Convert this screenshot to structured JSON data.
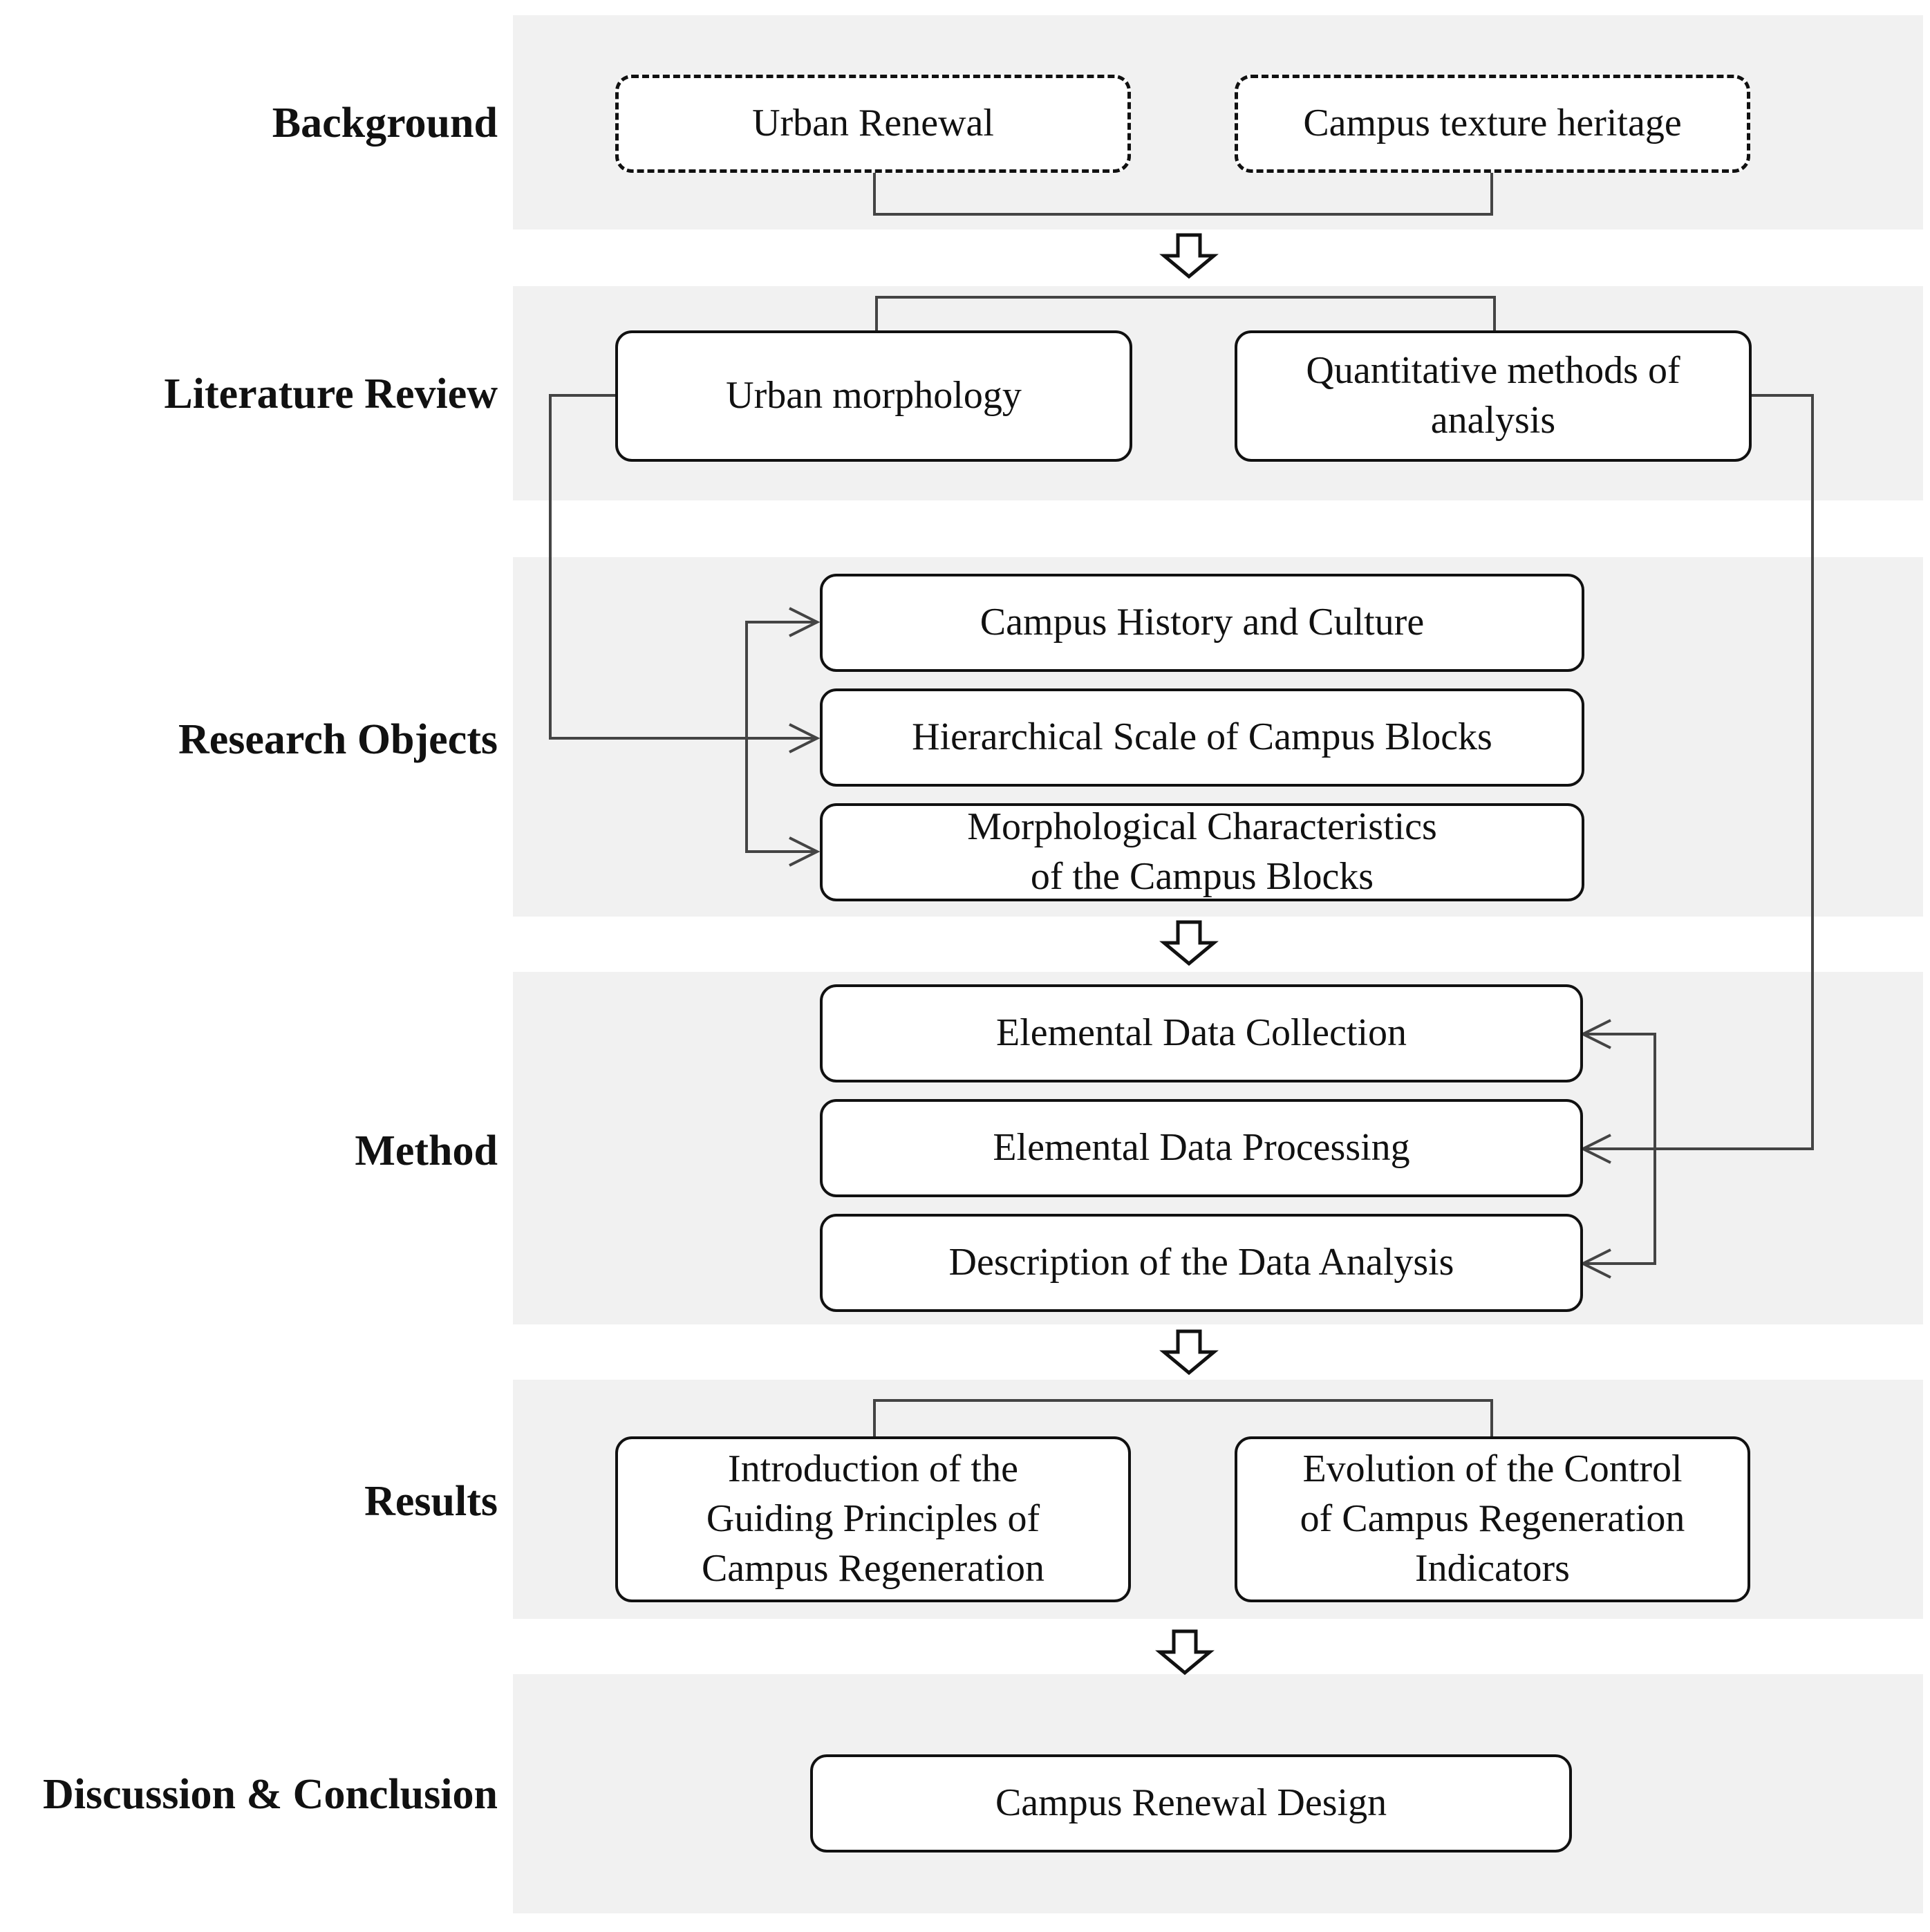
{
  "sections": {
    "background": "Background",
    "literature_review": "Literature Review",
    "research_objects": "Research Objects",
    "method": "Method",
    "results": "Results",
    "discussion": "Discussion & Conclusion"
  },
  "boxes": {
    "urban_renewal": "Urban Renewal",
    "campus_texture_heritage": "Campus texture heritage",
    "urban_morphology": "Urban morphology",
    "quantitative_methods": [
      "Quantitative methods of",
      "analysis"
    ],
    "campus_history_culture": "Campus History and Culture",
    "hierarchical_scale": "Hierarchical Scale of Campus Blocks",
    "morphological_characteristics": [
      "Morphological Characteristics",
      "of the Campus Blocks"
    ],
    "elemental_data_collection": "Elemental Data Collection",
    "elemental_data_processing": "Elemental Data Processing",
    "description_data_analysis": "Description of the Data Analysis",
    "guiding_principles": [
      "Introduction of the",
      "Guiding Principles of",
      "Campus Regeneration"
    ],
    "evolution_control": [
      "Evolution of the Control",
      "of Campus Regeneration",
      "Indicators"
    ],
    "campus_renewal_design": "Campus Renewal Design"
  }
}
